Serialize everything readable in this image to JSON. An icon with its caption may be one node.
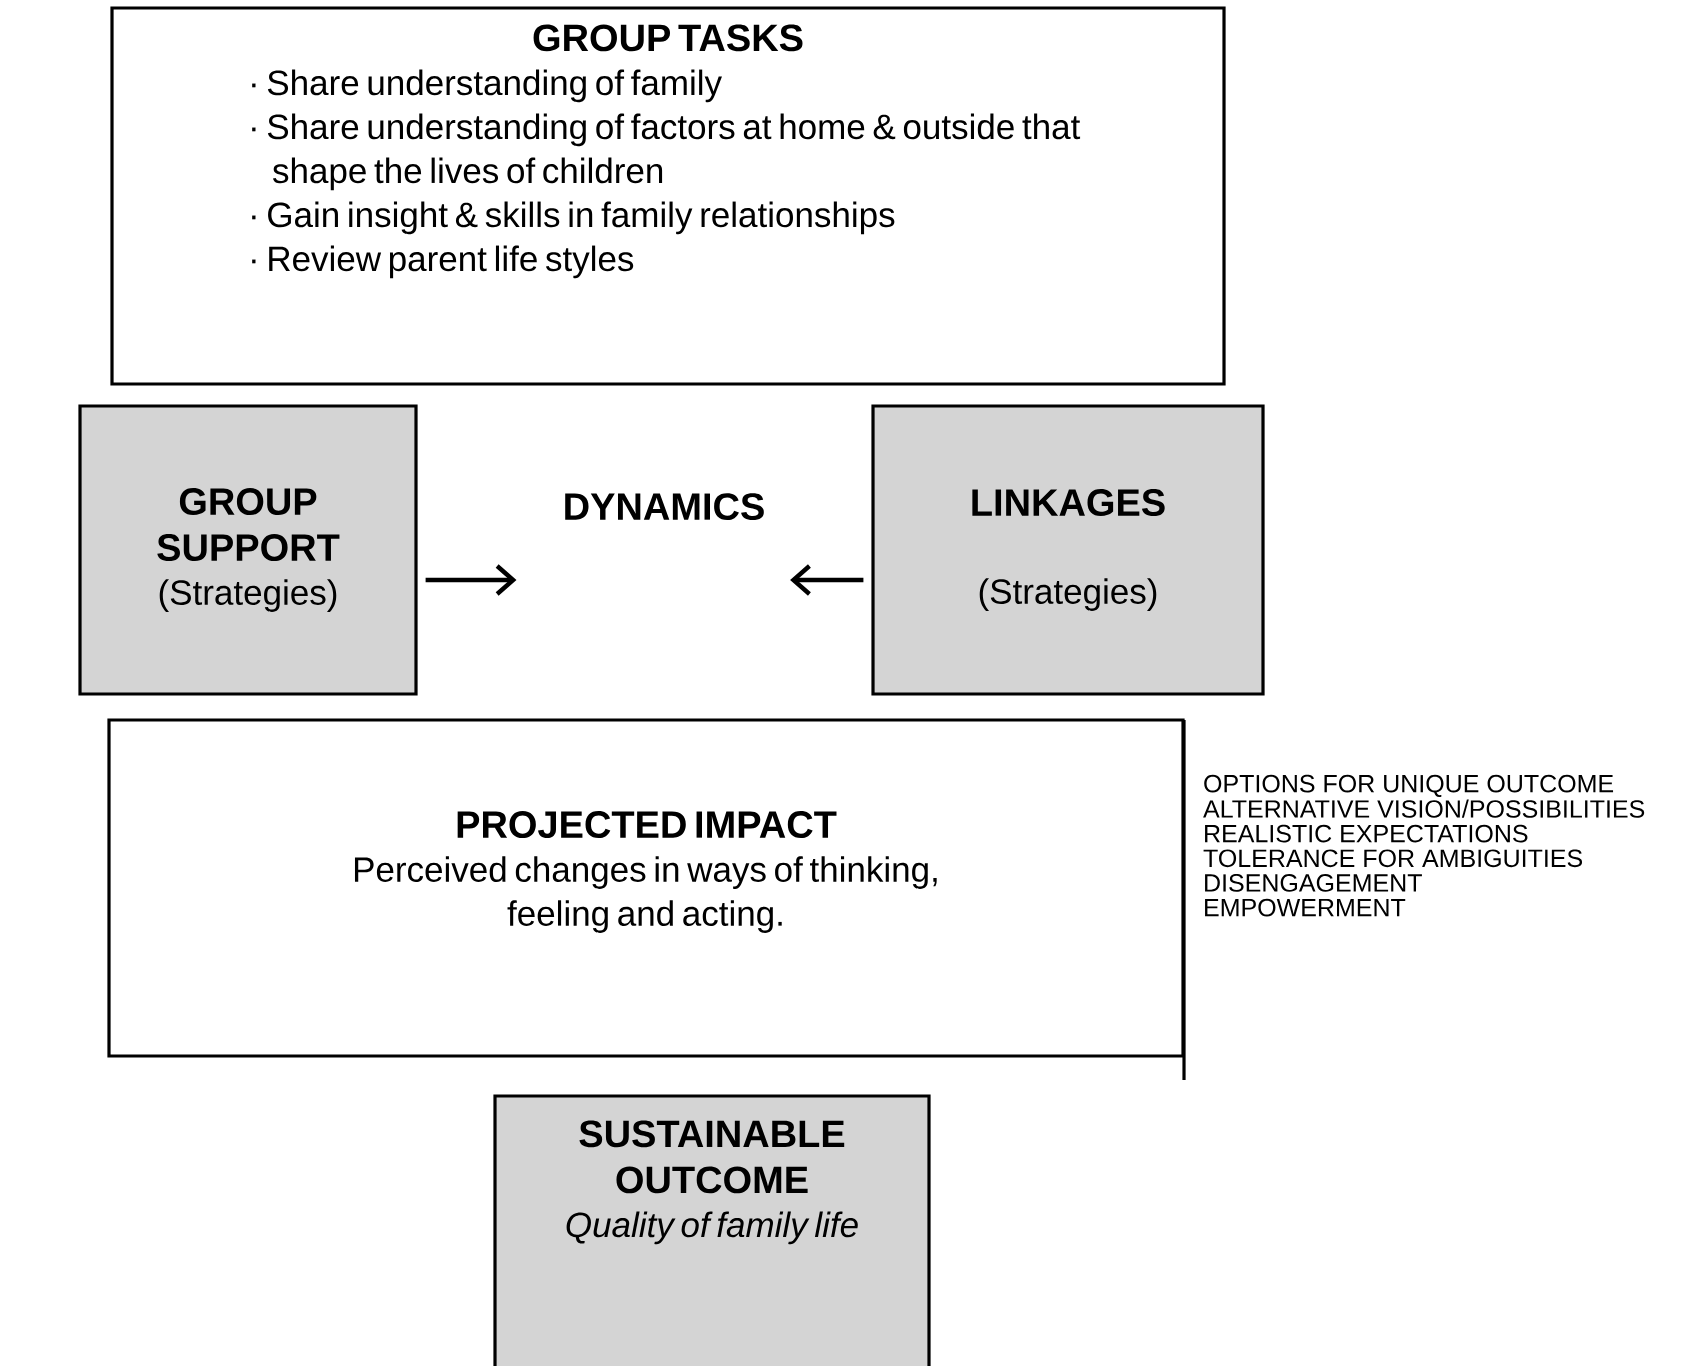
{
  "diagram": {
    "nodes": [
      {
        "text": [
          "GROUP TASKS",
          "· Share understanding of family",
          "· Share understanding of factors at home & outside that shape the lives of children",
          "· Gain insight & skills in family relationships",
          "· Review parent life styles"
        ]
      },
      {
        "text": [
          "GROUP SUPPORT",
          "(Strategies)"
        ]
      },
      {
        "text": [
          "DYNAMICS"
        ]
      },
      {
        "text": [
          "LINKAGES",
          "(Strategies)"
        ]
      },
      {
        "text": [
          "PROJECTED IMPACT",
          "Perceived changes in ways of thinking, feeling and acting."
        ],
        "beside": [
          "OPTIONS FOR UNIQUE OUTCOME",
          "ALTERNATIVE VISION/POSSIBILITIES",
          "REALISTIC EXPECTATIONS",
          "TOLERANCE FOR AMBIGUITIES",
          "DISENGAGEMENT",
          "EMPOWERMENT"
        ]
      },
      {
        "text": [
          "SUSTAINABLE OUTCOME",
          "Quality of family life"
        ]
      }
    ],
    "edges": [
      {
        "from": 1,
        "to": 2,
        "arrow": "to"
      },
      {
        "from": 3,
        "to": 2,
        "arrow": "to"
      }
    ]
  }
}
